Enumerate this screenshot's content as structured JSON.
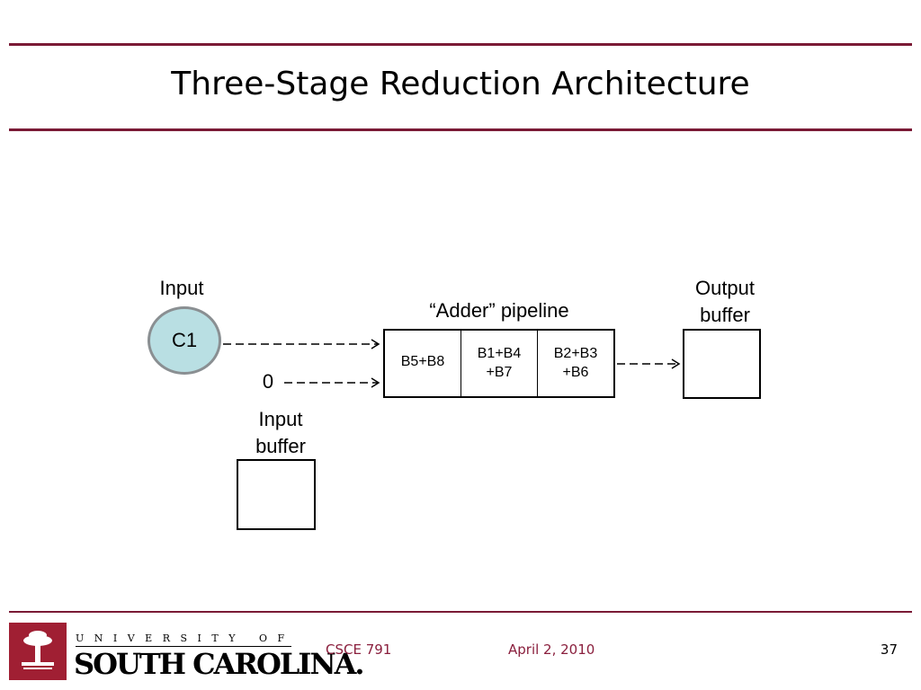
{
  "title": "Three-Stage Reduction Architecture",
  "diagram": {
    "input_label": "Input",
    "input_node": "C1",
    "zero_label": "0",
    "pipeline_label": "“Adder” pipeline",
    "stages": [
      "B5+B8",
      "B1+B4\n+B7",
      "B2+B3\n+B6"
    ],
    "output_buffer_label": "Output\nbuffer",
    "input_buffer_label": "Input\nbuffer"
  },
  "footer": {
    "logo_top": "UNIVERSITY OF",
    "logo_main": "SOUTH CAROLINA.",
    "course": "CSCE 791",
    "date": "April 2, 2010",
    "page": "37"
  },
  "colors": {
    "rule": "#7a1a35",
    "node_fill": "#b9dfe3",
    "footer_text": "#8a1f3d"
  }
}
